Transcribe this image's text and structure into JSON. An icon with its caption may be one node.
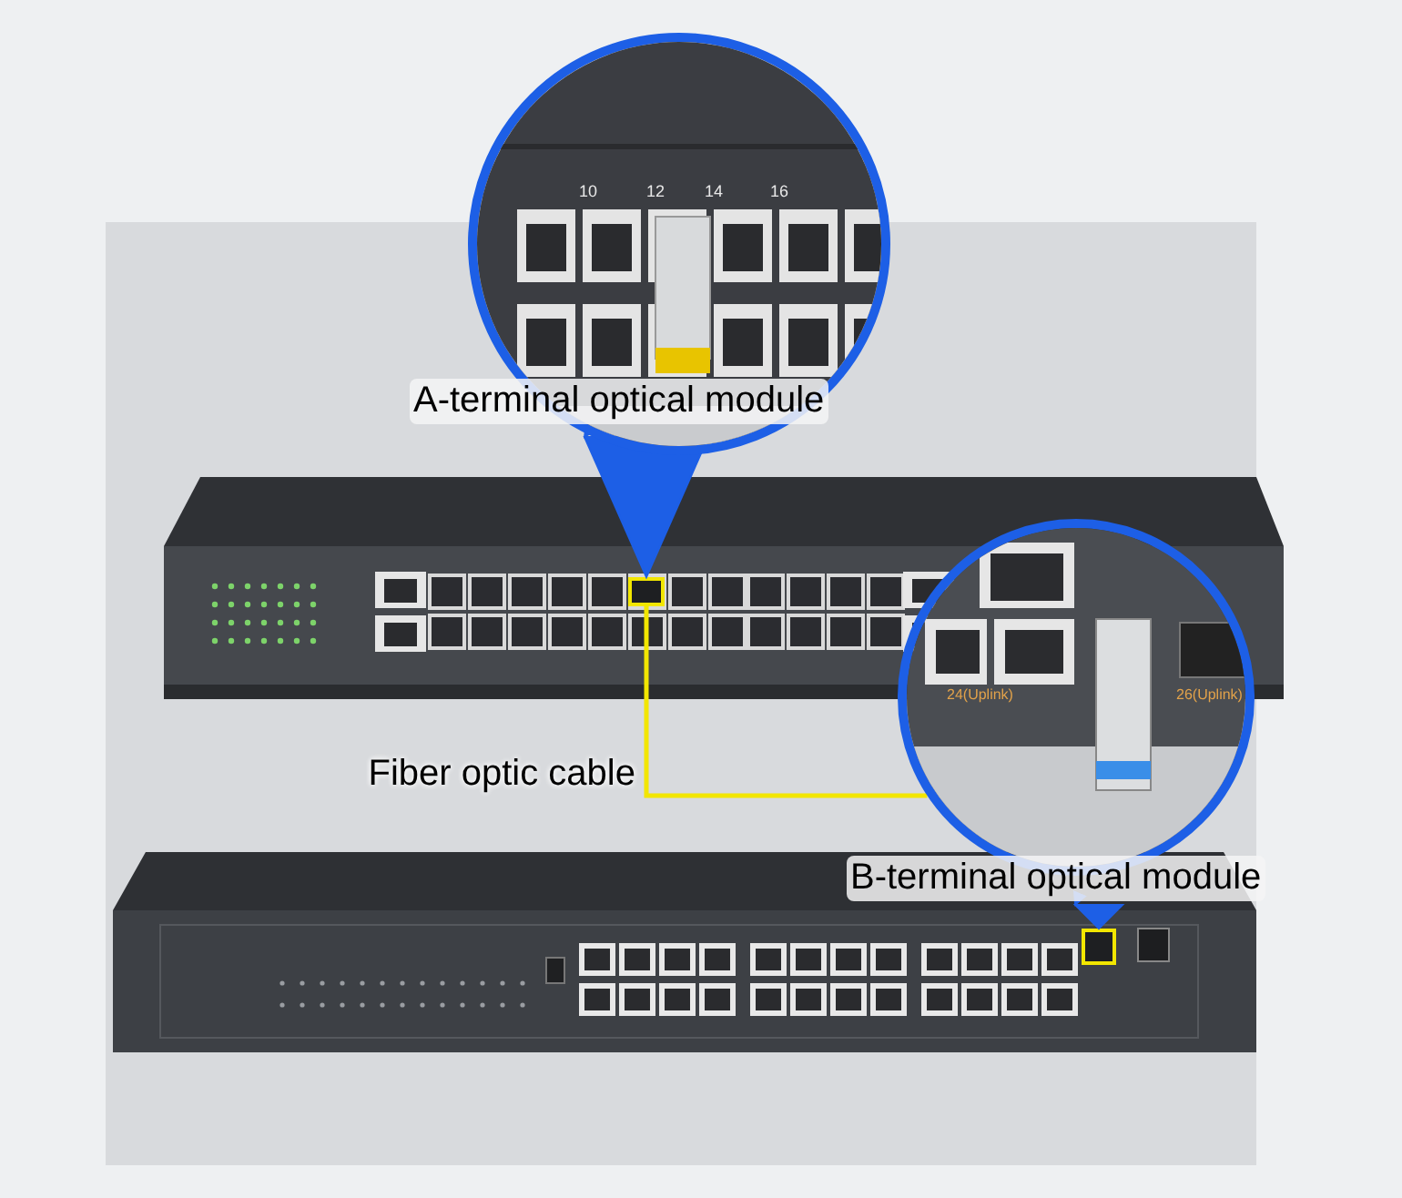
{
  "diagram": {
    "nodes": [
      {
        "text": [
          "A-terminal optical module"
        ]
      },
      {
        "text": [],
        "shape": "picture"
      },
      {
        "text": [],
        "shape": "box",
        "in": 1
      },
      {
        "text": [
          "B-terminal optical module"
        ]
      },
      {
        "text": [],
        "shape": "picture"
      },
      {
        "text": [],
        "shape": "box",
        "in": 4
      }
    ],
    "edges": [
      {
        "from": 0,
        "to": 2,
        "arrow": "to",
        "style": "thick"
      },
      {
        "from": 3,
        "to": 5,
        "arrow": "to",
        "style": "thick"
      },
      {
        "from": 2,
        "to": 3,
        "arrow": "none",
        "label": "Fiber optic cable",
        "color": "#f2e600"
      }
    ],
    "labels": [
      "10",
      "12",
      "14",
      "16",
      "24(Uplink)",
      "26(Uplink)"
    ]
  }
}
